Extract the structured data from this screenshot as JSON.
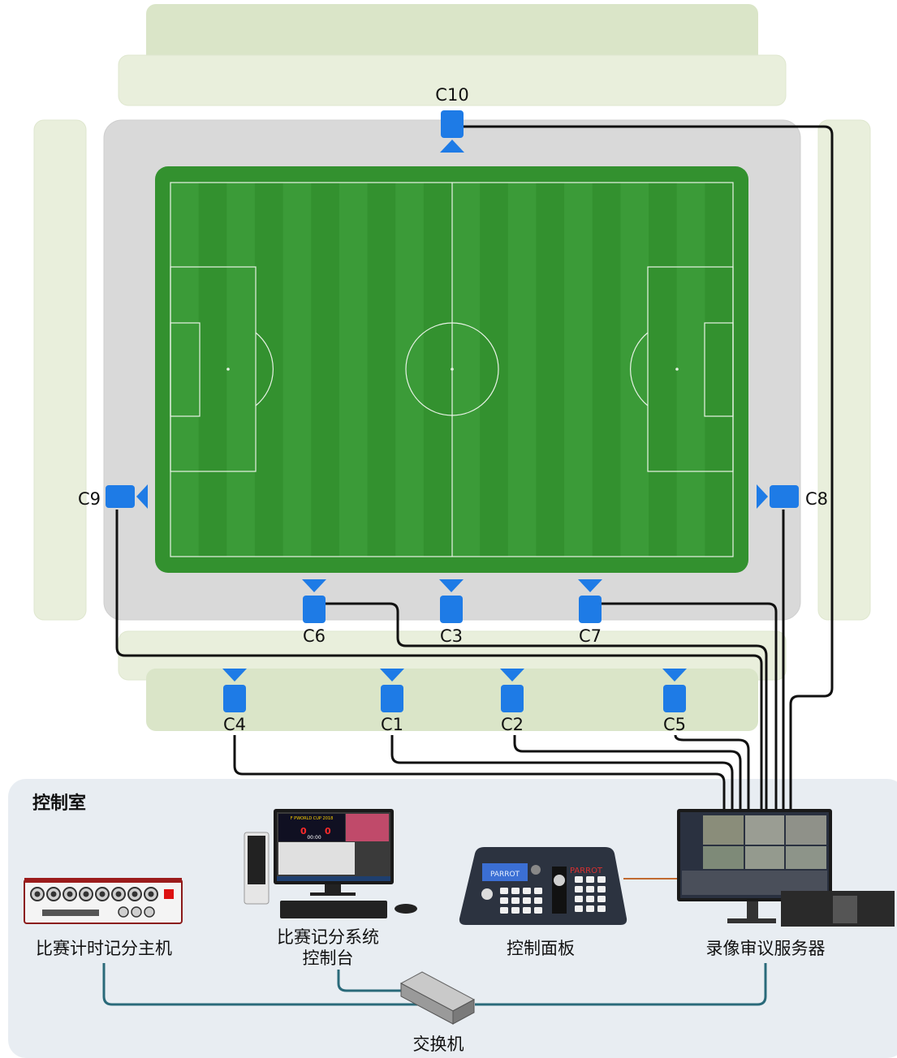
{
  "control_room": {
    "title": "控制室"
  },
  "cameras": [
    {
      "id": "C10",
      "label": "C10"
    },
    {
      "id": "C9",
      "label": "C9"
    },
    {
      "id": "C8",
      "label": "C8"
    },
    {
      "id": "C6",
      "label": "C6"
    },
    {
      "id": "C3",
      "label": "C3"
    },
    {
      "id": "C7",
      "label": "C7"
    },
    {
      "id": "C4",
      "label": "C4"
    },
    {
      "id": "C1",
      "label": "C1"
    },
    {
      "id": "C2",
      "label": "C2"
    },
    {
      "id": "C5",
      "label": "C5"
    }
  ],
  "devices": {
    "timer_host": {
      "label": "比赛计时记分主机",
      "panel_text": ""
    },
    "scoring_console": {
      "label_line1": "比赛记分系统",
      "label_line2": "控制台",
      "screen_title": "F PWORLD CUP 2018",
      "home_score": "0",
      "away_score": "0",
      "clock": "00:00"
    },
    "control_panel": {
      "label": "控制面板",
      "brand": "PARROT",
      "lcd_text": "PARROT"
    },
    "review_server": {
      "label": "录像审议服务器"
    },
    "switch": {
      "label": "交换机"
    }
  },
  "colors": {
    "stand": "#e9efdc",
    "stand_dark": "#dae5c8",
    "apron": "#d9d9d9",
    "pitch_light": "#3a9a38",
    "pitch_dark": "#33912f",
    "camera": "#1e7be6",
    "control_room_bg": "#e8edf2",
    "network_cable": "#2a6a7a"
  }
}
